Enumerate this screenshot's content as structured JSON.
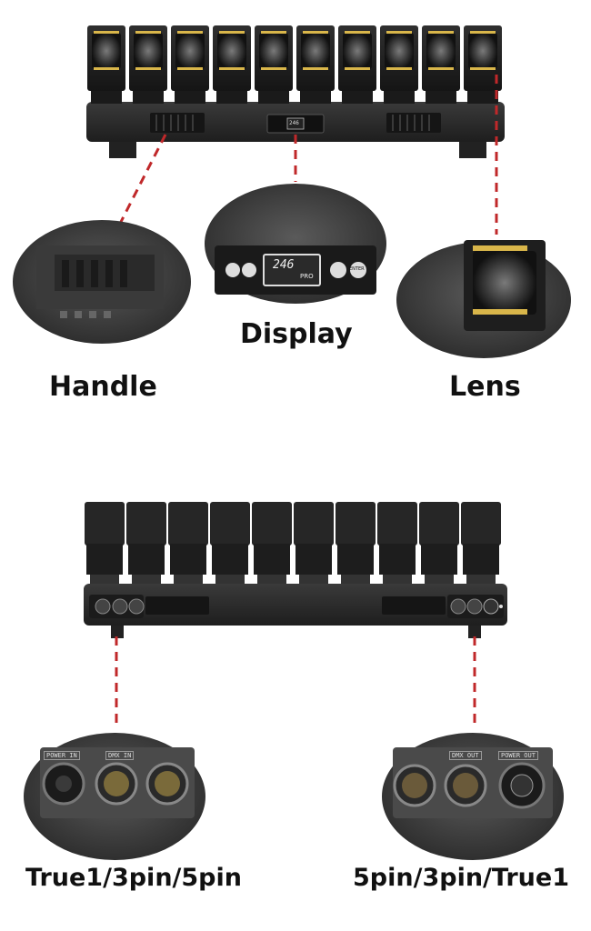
{
  "callouts": {
    "handle": "Handle",
    "display": "Display",
    "lens": "Lens",
    "input_ports": "True1/3pin/5pin",
    "output_ports": "5pin/3pin/True1"
  },
  "display_panel": {
    "top_small_value": "246",
    "zoom_value": "246",
    "zoom_suffix": "PRO",
    "enter_label": "ENTER"
  },
  "connector_labels": {
    "power_in": "POWER IN",
    "dmx_in": "DMX IN",
    "dmx_out": "DMX OUT",
    "power_out": "POWER OUT"
  },
  "colors": {
    "leader_line": "#c0282a",
    "fixture_body": "#2a2a2a",
    "fixture_dark": "#1a1a1a",
    "lens_led": "#d9b64a"
  }
}
